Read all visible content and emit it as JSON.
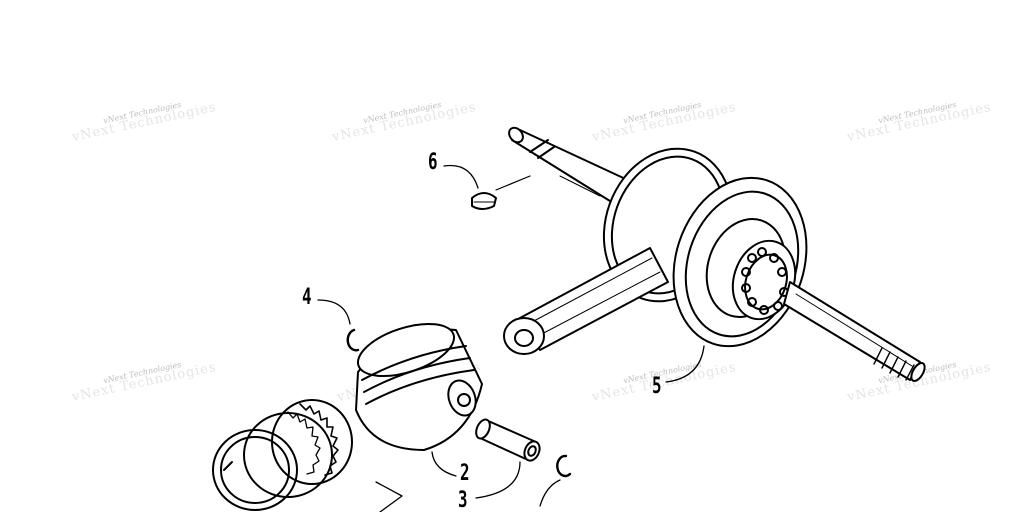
{
  "diagram": {
    "callouts": {
      "c2": "2",
      "c3": "3",
      "c4": "4",
      "c5": "5",
      "c6": "6"
    },
    "watermark": {
      "small": "vNext Technologies",
      "big": "vNext Technologies"
    }
  }
}
